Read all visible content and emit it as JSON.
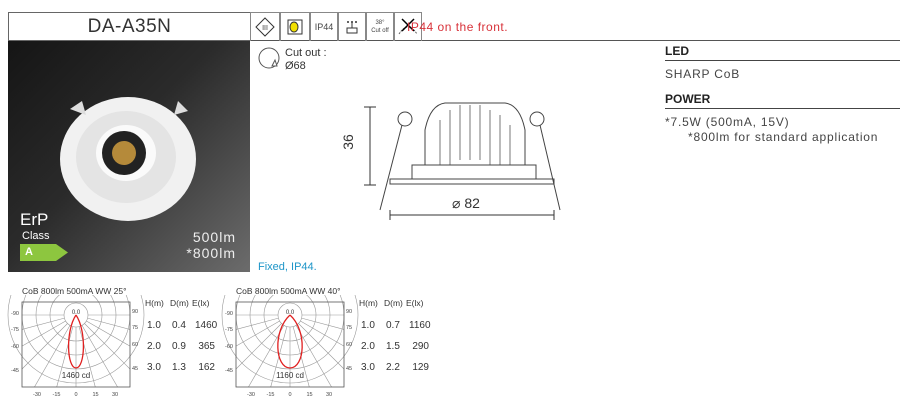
{
  "model": "DA-A35N",
  "icons": [
    {
      "name": "class-iii-icon"
    },
    {
      "name": "dimmable-icon"
    },
    {
      "name": "ip44-icon",
      "label": "IP44"
    },
    {
      "name": "driver-icon"
    },
    {
      "name": "cut-off-icon",
      "label": "38° Cut off"
    },
    {
      "name": "no-insulation-cover-icon"
    }
  ],
  "ip_note": "IP44 on the front.",
  "photo": {
    "erp": "ErP",
    "class_label": "Class",
    "class_value": "A",
    "lumen1": "500lm",
    "lumen2": "*800lm",
    "class_color": "#8dc63f"
  },
  "fixed_note": "Fixed, IP44.",
  "cutout": {
    "label": "Cut out :",
    "value": "Ø68"
  },
  "drawing": {
    "height": "36",
    "diameter": "⌀ 82"
  },
  "specs": {
    "led_heading": "LED",
    "led_value": "SHARP CoB",
    "power_heading": "POWER",
    "power_line1": "*7.5W (500mA, 15V)",
    "power_line2": "*800lm for standard application"
  },
  "chart_data": [
    {
      "type": "polar",
      "title": "CoB 800lm 500mA WW 25°",
      "beam_angle": 25,
      "peak_label": "1460 cd",
      "peak_cd": 1460,
      "center_label": "0.0",
      "left_ticks": [
        "-90",
        "-75",
        "-60",
        "-45"
      ],
      "right_ticks": [
        "90",
        "75",
        "60",
        "45"
      ],
      "bottom_ticks": [
        "-30",
        "-15",
        "0",
        "15",
        "30"
      ],
      "table": {
        "headers": [
          "H(m)",
          "D(m)",
          "E(lx)"
        ],
        "rows": [
          [
            "1.0",
            "0.4",
            "1460"
          ],
          [
            "2.0",
            "0.9",
            "365"
          ],
          [
            "3.0",
            "1.3",
            "162"
          ]
        ]
      }
    },
    {
      "type": "polar",
      "title": "CoB 800lm 500mA WW 40°",
      "beam_angle": 40,
      "peak_label": "1160 cd",
      "peak_cd": 1160,
      "center_label": "0.0",
      "left_ticks": [
        "-90",
        "-75",
        "-60",
        "-45"
      ],
      "right_ticks": [
        "90",
        "75",
        "60",
        "45"
      ],
      "bottom_ticks": [
        "-30",
        "-15",
        "0",
        "15",
        "30"
      ],
      "table": {
        "headers": [
          "H(m)",
          "D(m)",
          "E(lx)"
        ],
        "rows": [
          [
            "1.0",
            "0.7",
            "1160"
          ],
          [
            "2.0",
            "1.5",
            "290"
          ],
          [
            "3.0",
            "2.2",
            "129"
          ]
        ]
      }
    }
  ]
}
